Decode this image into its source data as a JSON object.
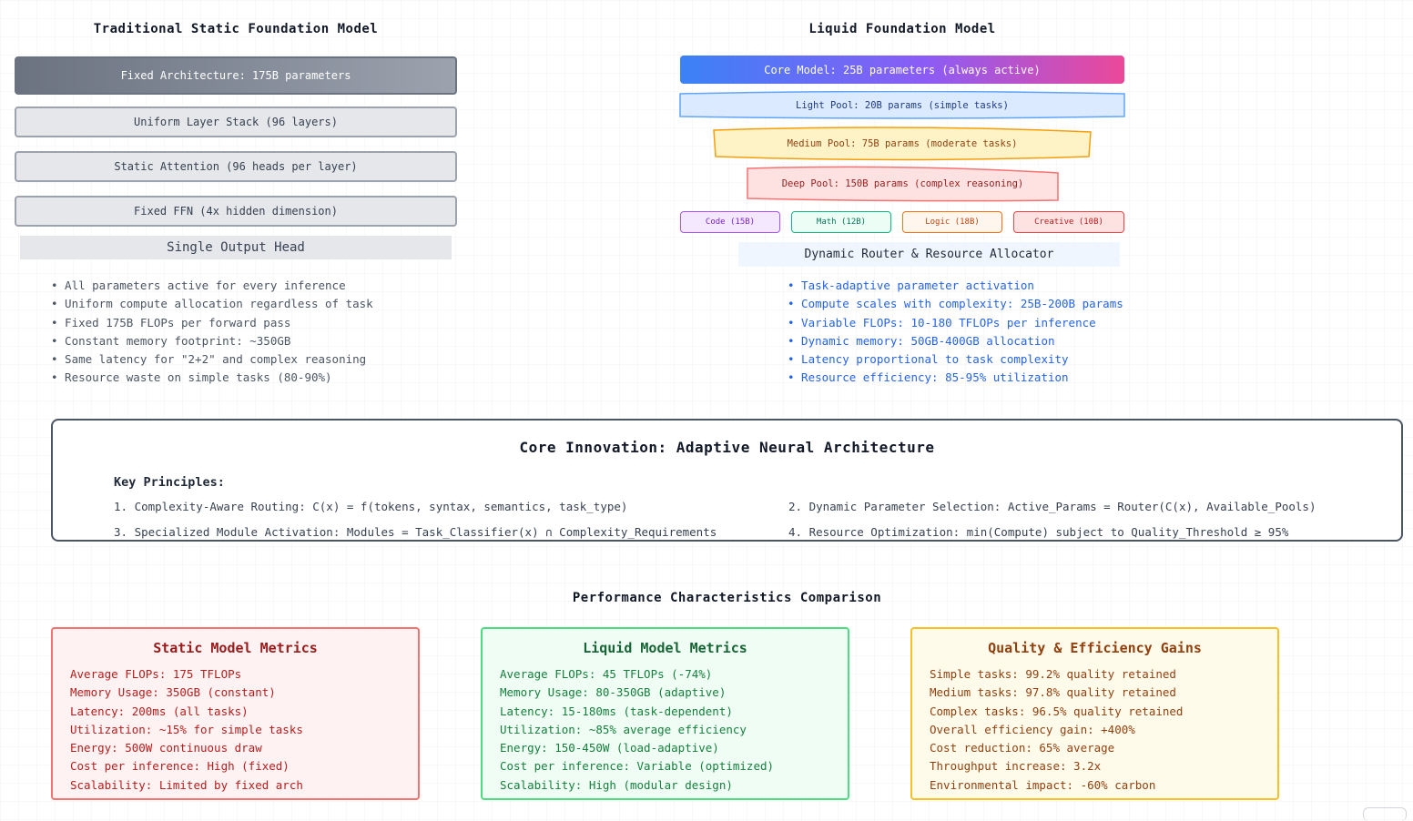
{
  "static_model": {
    "title": "Traditional Static Foundation Model",
    "layers": [
      "Fixed Architecture: 175B parameters",
      "Uniform Layer Stack (96 layers)",
      "Static Attention (96 heads per layer)",
      "Fixed FFN (4x hidden dimension)"
    ],
    "output_head": "Single Output Head",
    "bullets": [
      "• All parameters active for every inference",
      "• Uniform compute allocation regardless of task",
      "• Fixed 175B FLOPs per forward pass",
      "• Constant memory footprint: ~350GB",
      "• Same latency for \"2+2\" and complex reasoning",
      "• Resource waste on simple tasks (80-90%)"
    ]
  },
  "liquid_model": {
    "title": "Liquid Foundation Model",
    "core": "Core Model: 25B parameters (always active)",
    "pools": [
      "Light Pool: 20B params (simple tasks)",
      "Medium Pool: 75B params (moderate tasks)",
      "Deep Pool: 150B params (complex reasoning)"
    ],
    "modules": [
      "Code (15B)",
      "Math (12B)",
      "Logic (18B)",
      "Creative (10B)"
    ],
    "router": "Dynamic Router & Resource Allocator",
    "bullets": [
      "• Task-adaptive parameter activation",
      "• Compute scales with complexity: 25B-200B params",
      "• Variable FLOPs: 10-180 TFLOPs per inference",
      "• Dynamic memory: 50GB-400GB allocation",
      "• Latency proportional to task complexity",
      "• Resource efficiency: 85-95% utilization"
    ]
  },
  "innovation": {
    "title": "Core Innovation: Adaptive Neural Architecture",
    "subtitle": "Key Principles:",
    "principles": [
      "1. Complexity-Aware Routing: C(x) = f(tokens, syntax, semantics, task_type)",
      "2. Dynamic Parameter Selection: Active_Params = Router(C(x), Available_Pools)",
      "3. Specialized Module Activation: Modules = Task_Classifier(x) ∩ Complexity_Requirements",
      "4. Resource Optimization: min(Compute) subject to Quality_Threshold ≥ 95%"
    ]
  },
  "performance": {
    "title": "Performance Characteristics Comparison",
    "cards": [
      {
        "title": "Static Model Metrics",
        "lines": [
          "Average FLOPs: 175 TFLOPs",
          "Memory Usage: 350GB (constant)",
          "Latency: 200ms (all tasks)",
          "Utilization: ~15% for simple tasks",
          "Energy: 500W continuous draw",
          "Cost per inference: High (fixed)",
          "Scalability: Limited by fixed arch"
        ]
      },
      {
        "title": "Liquid Model Metrics",
        "lines": [
          "Average FLOPs: 45 TFLOPs (-74%)",
          "Memory Usage: 80-350GB (adaptive)",
          "Latency: 15-180ms (task-dependent)",
          "Utilization: ~85% average efficiency",
          "Energy: 150-450W (load-adaptive)",
          "Cost per inference: Variable (optimized)",
          "Scalability: High (modular design)"
        ]
      },
      {
        "title": "Quality & Efficiency Gains",
        "lines": [
          "Simple tasks: 99.2% quality retained",
          "Medium tasks: 97.8% quality retained",
          "Complex tasks: 96.5% quality retained",
          "Overall efficiency gain: +400%",
          "Cost reduction: 65% average",
          "Throughput increase: 3.2x",
          "Environmental impact: -60% carbon"
        ]
      }
    ]
  }
}
